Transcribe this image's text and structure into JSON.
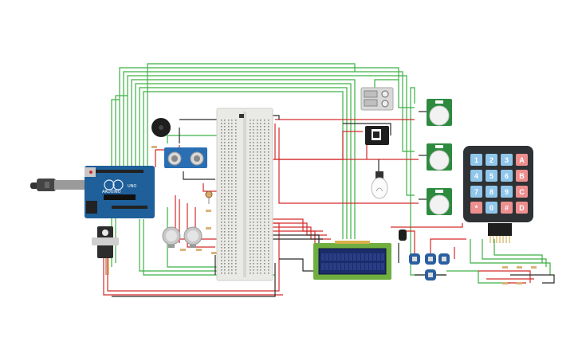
{
  "arduino": {
    "brand": "UNO",
    "maker": "ARDUINO"
  },
  "keypad": {
    "rows": [
      [
        "1",
        "2",
        "3",
        "A"
      ],
      [
        "4",
        "5",
        "6",
        "B"
      ],
      [
        "7",
        "8",
        "9",
        "C"
      ],
      [
        "*",
        "0",
        "#",
        "D"
      ]
    ],
    "colors": {
      "digit": "#8fc6ea",
      "letter": "#ee8f8f",
      "body": "#2f3235"
    }
  },
  "colors": {
    "wire_green": "#3cb043",
    "wire_red": "#d42a2a",
    "wire_black": "#2a2a2a",
    "arduino_blue": "#1f5f9a",
    "lcd_green": "#6fae3f",
    "lcd_screen": "#1b2c6b",
    "pir_board": "#2e8b3e",
    "breadboard": "#e9e9e6"
  },
  "icons": [
    "usb-cable-icon",
    "buzzer-icon",
    "ultrasonic-sensor-icon",
    "servo-icon",
    "gas-sensor-icon",
    "photoresistor-icon",
    "relay-icon",
    "bulb-icon",
    "pir-sensor-icon",
    "lcd-icon",
    "neopixel-icon",
    "keypad-icon",
    "temperature-sensor-icon",
    "power-supply-icon"
  ]
}
